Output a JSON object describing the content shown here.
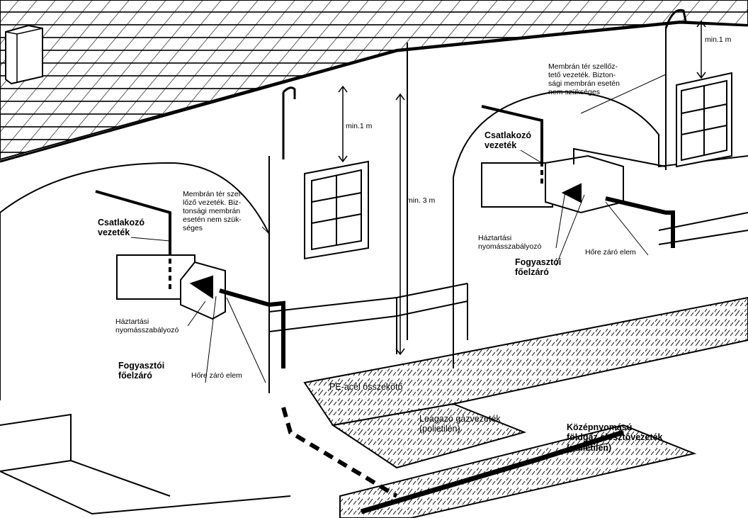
{
  "labels": {
    "min1_top": "min.1 m",
    "min1_left": "min.1 m",
    "min3": "min. 3 m",
    "membrane_right": [
      "Membrán tér szellőz-",
      "tető vezeték. Bizton-",
      "sági membrán esetén",
      "nem szükséges"
    ],
    "membrane_left": [
      "Membrán tér szel-",
      "lőző vezeték. Biz-",
      "tonsági membrán",
      "esetén nem szük-",
      "séges"
    ],
    "csatlakozo_right": [
      "Csatlakozó",
      "vezeték"
    ],
    "csatlakozo_left": [
      "Csatlakozó",
      "vezeték"
    ],
    "haztartasi_right": [
      "Háztartási",
      "nyomásszabályozó"
    ],
    "haztartasi_left": [
      "Háztartási",
      "nyomásszabályozó"
    ],
    "hore_right": "Hőre záró elem",
    "hore_left": "Hőre záró elem",
    "fogyaszto_right": [
      "Fogyasztói",
      "főelzáró"
    ],
    "fogyaszto_left": [
      "Fogyasztói",
      "főelzáró"
    ],
    "pe_acel": "PE-acél összekötő",
    "leagazo": [
      "Leágazó gázvezeték",
      "(polietilén)"
    ],
    "kozepnyomasu": [
      "Középnyomású",
      "földgáz elosztóvezeték",
      "(polietilén)"
    ]
  }
}
